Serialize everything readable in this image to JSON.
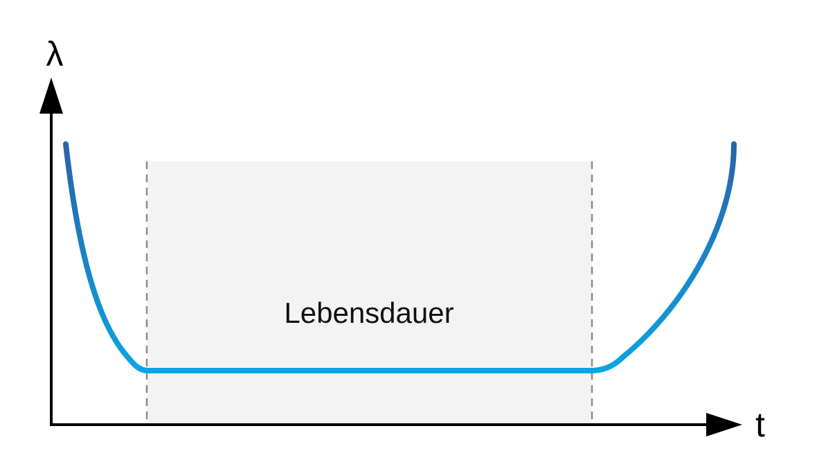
{
  "diagram": {
    "y_axis_label": "λ",
    "x_axis_label": "t",
    "region_label": "Lebensdauer"
  },
  "colors": {
    "curve_top": "#2a63a8",
    "curve_bottom": "#0aa5e2",
    "region_fill": "#f3f3f3",
    "divider": "#8c8c8c",
    "axis": "#000000"
  }
}
